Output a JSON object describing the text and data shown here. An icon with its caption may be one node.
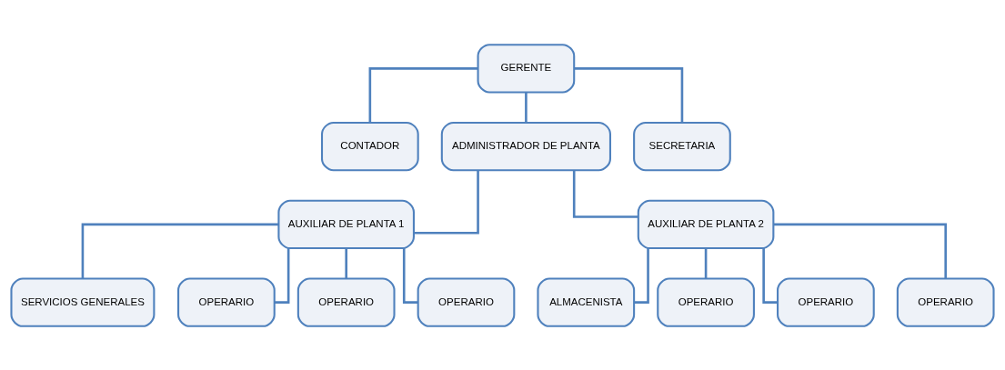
{
  "diagram": {
    "nodes": [
      {
        "text": [
          "GERENTE"
        ]
      },
      {
        "text": [
          "CONTADOR"
        ]
      },
      {
        "text": [
          "ADMINISTRADOR DE PLANTA"
        ]
      },
      {
        "text": [
          "SECRETARIA"
        ]
      },
      {
        "text": [
          "AUXILIAR DE PLANTA 1"
        ]
      },
      {
        "text": [
          "AUXILIAR DE PLANTA 2"
        ]
      },
      {
        "text": [
          "SERVICIOS GENERALES"
        ]
      },
      {
        "text": [
          "OPERARIO"
        ]
      },
      {
        "text": [
          "OPERARIO"
        ]
      },
      {
        "text": [
          "OPERARIO"
        ]
      },
      {
        "text": [
          "ALMACENISTA"
        ]
      },
      {
        "text": [
          "OPERARIO"
        ]
      },
      {
        "text": [
          "OPERARIO"
        ]
      },
      {
        "text": [
          "OPERARIO"
        ]
      }
    ],
    "edges": [
      {
        "from": 0,
        "to": 1,
        "arrow": "none"
      },
      {
        "from": 0,
        "to": 2,
        "arrow": "none"
      },
      {
        "from": 0,
        "to": 3,
        "arrow": "none"
      },
      {
        "from": 2,
        "to": 4,
        "arrow": "none"
      },
      {
        "from": 2,
        "to": 5,
        "arrow": "none"
      },
      {
        "from": 4,
        "to": 6,
        "arrow": "none"
      },
      {
        "from": 4,
        "to": 7,
        "arrow": "none"
      },
      {
        "from": 4,
        "to": 8,
        "arrow": "none"
      },
      {
        "from": 4,
        "to": 9,
        "arrow": "none"
      },
      {
        "from": 5,
        "to": 10,
        "arrow": "none"
      },
      {
        "from": 5,
        "to": 11,
        "arrow": "none"
      },
      {
        "from": 5,
        "to": 12,
        "arrow": "none"
      },
      {
        "from": 5,
        "to": 13,
        "arrow": "none"
      }
    ]
  }
}
